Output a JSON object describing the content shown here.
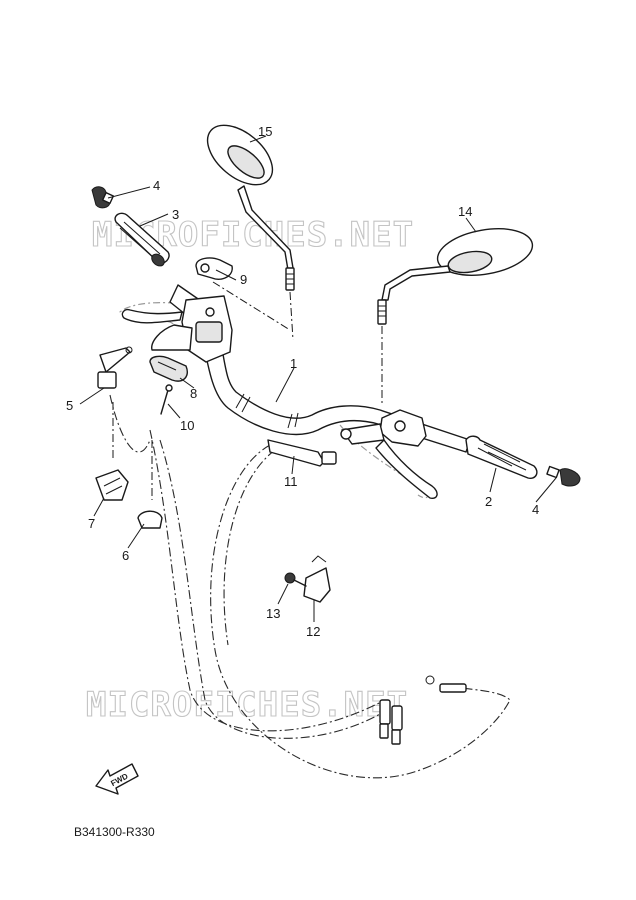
{
  "watermark": "MICROFICHES.NET",
  "diagram_code": "B341300-R330",
  "fwd_label": "FWD",
  "callouts": {
    "c1": "1",
    "c2": "2",
    "c3": "3",
    "c4a": "4",
    "c4b": "4",
    "c5": "5",
    "c6": "6",
    "c7": "7",
    "c8": "8",
    "c9": "9",
    "c10": "10",
    "c11": "11",
    "c12": "12",
    "c13": "13",
    "c14": "14",
    "c15": "15"
  }
}
